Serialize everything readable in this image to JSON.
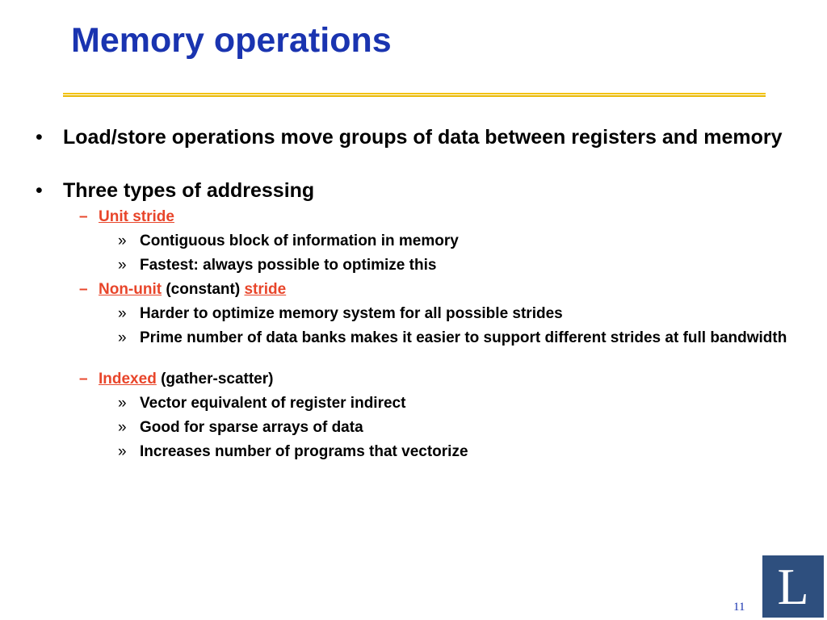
{
  "slide": {
    "title": "Memory operations",
    "page_number": "11",
    "logo_letter": "L"
  },
  "content": {
    "b1": "Load/store operations move groups of data between registers and memory",
    "b2": "Three types of addressing",
    "unit": {
      "link": "Unit stride"
    },
    "unit_items": [
      "Contiguous block of information in memory",
      "Fastest: always possible to optimize this"
    ],
    "nonunit": {
      "link1": "Non-unit",
      "middle": " (constant) ",
      "link2": "stride"
    },
    "nonunit_items": [
      "Harder to optimize memory system for all possible strides",
      "Prime number of data banks makes it easier to support different strides at full bandwidth"
    ],
    "indexed": {
      "link": "Indexed",
      "rest": " (gather-scatter)"
    },
    "indexed_items": [
      "Vector equivalent of register indirect",
      "Good for sparse arrays of data",
      "Increases number of programs that vectorize"
    ]
  },
  "colors": {
    "title": "#1a34b0",
    "accent_red": "#e8452a",
    "rule_gold": "#f3c200",
    "logo_bg": "#2e4f7e"
  }
}
